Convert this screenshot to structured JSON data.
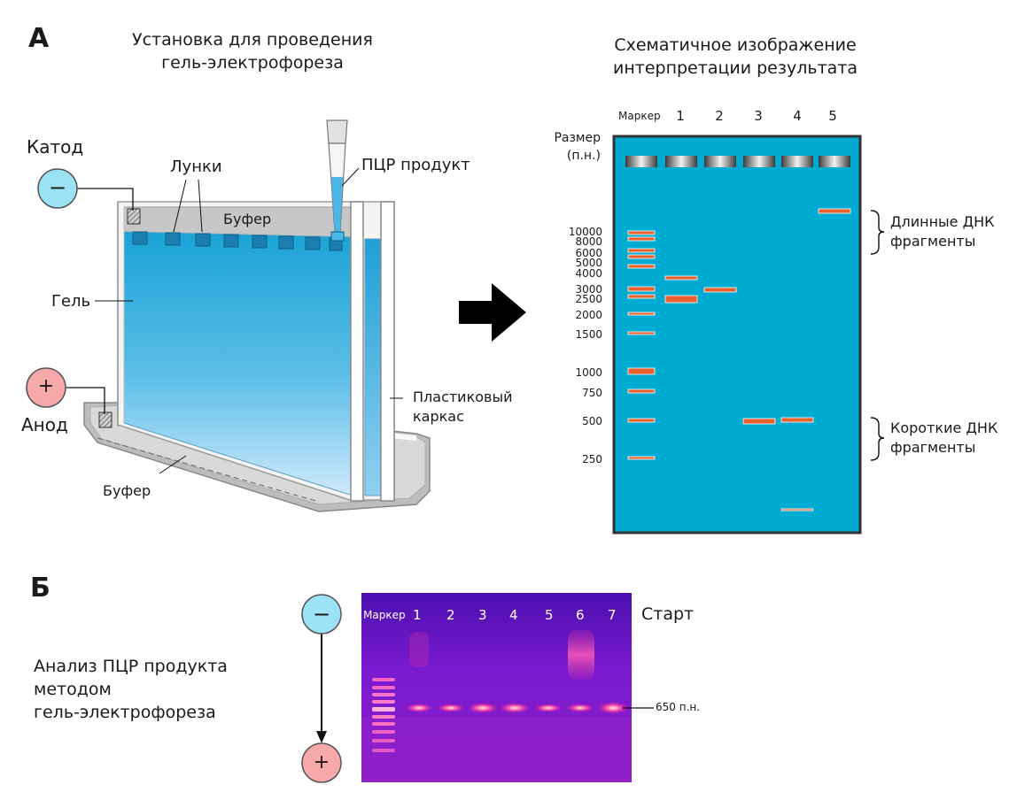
{
  "sectionA": {
    "letter": "А",
    "setup_title_line1": "Установка для проведения",
    "setup_title_line2": "гель-электрофореза",
    "schematic_title_line1": "Схематичное изображение",
    "schematic_title_line2": "интерпретации результата",
    "cathode_label": "Катод",
    "anode_label": "Анод",
    "minus_symbol": "−",
    "plus_symbol": "+",
    "wells_label": "Лунки",
    "pcr_product_label": "ПЦР продукт",
    "buffer_top_label": "Буфер",
    "buffer_bottom_label": "Буфер",
    "gel_label": "Гель",
    "frame_label_line1": "Пластиковый",
    "frame_label_line2": "каркас",
    "size_label_line1": "Размер",
    "size_label_line2": "(п.н.)",
    "marker_label": "Маркер",
    "lane_labels": [
      "1",
      "2",
      "3",
      "4",
      "5"
    ],
    "size_ticks": [
      "10000",
      "8000",
      "6000",
      "5000",
      "4000",
      "3000",
      "2500",
      "2000",
      "1500",
      "1000",
      "750",
      "500",
      "250"
    ],
    "long_fragments_line1": "Длинные ДНК",
    "long_fragments_line2": "фрагменты",
    "short_fragments_line1": "Короткие ДНК",
    "short_fragments_line2": "фрагменты",
    "colors": {
      "gel_blue": "#00abd2",
      "band_orange": "#e8602c",
      "arrow": "#000000"
    }
  },
  "sectionB": {
    "letter": "Б",
    "analysis_line1": "Анализ ПЦР продукта",
    "analysis_line2": "методом",
    "analysis_line3": "гель-электрофореза",
    "minus_symbol": "−",
    "plus_symbol": "+",
    "marker_label": "Маркер",
    "lane_labels": [
      "1",
      "2",
      "3",
      "4",
      "5",
      "6",
      "7"
    ],
    "start_label": "Старт",
    "band_size_label": "650 п.н.",
    "colors": {
      "gel_bg": "#6a18c8",
      "band": "#ff4fb0"
    }
  }
}
